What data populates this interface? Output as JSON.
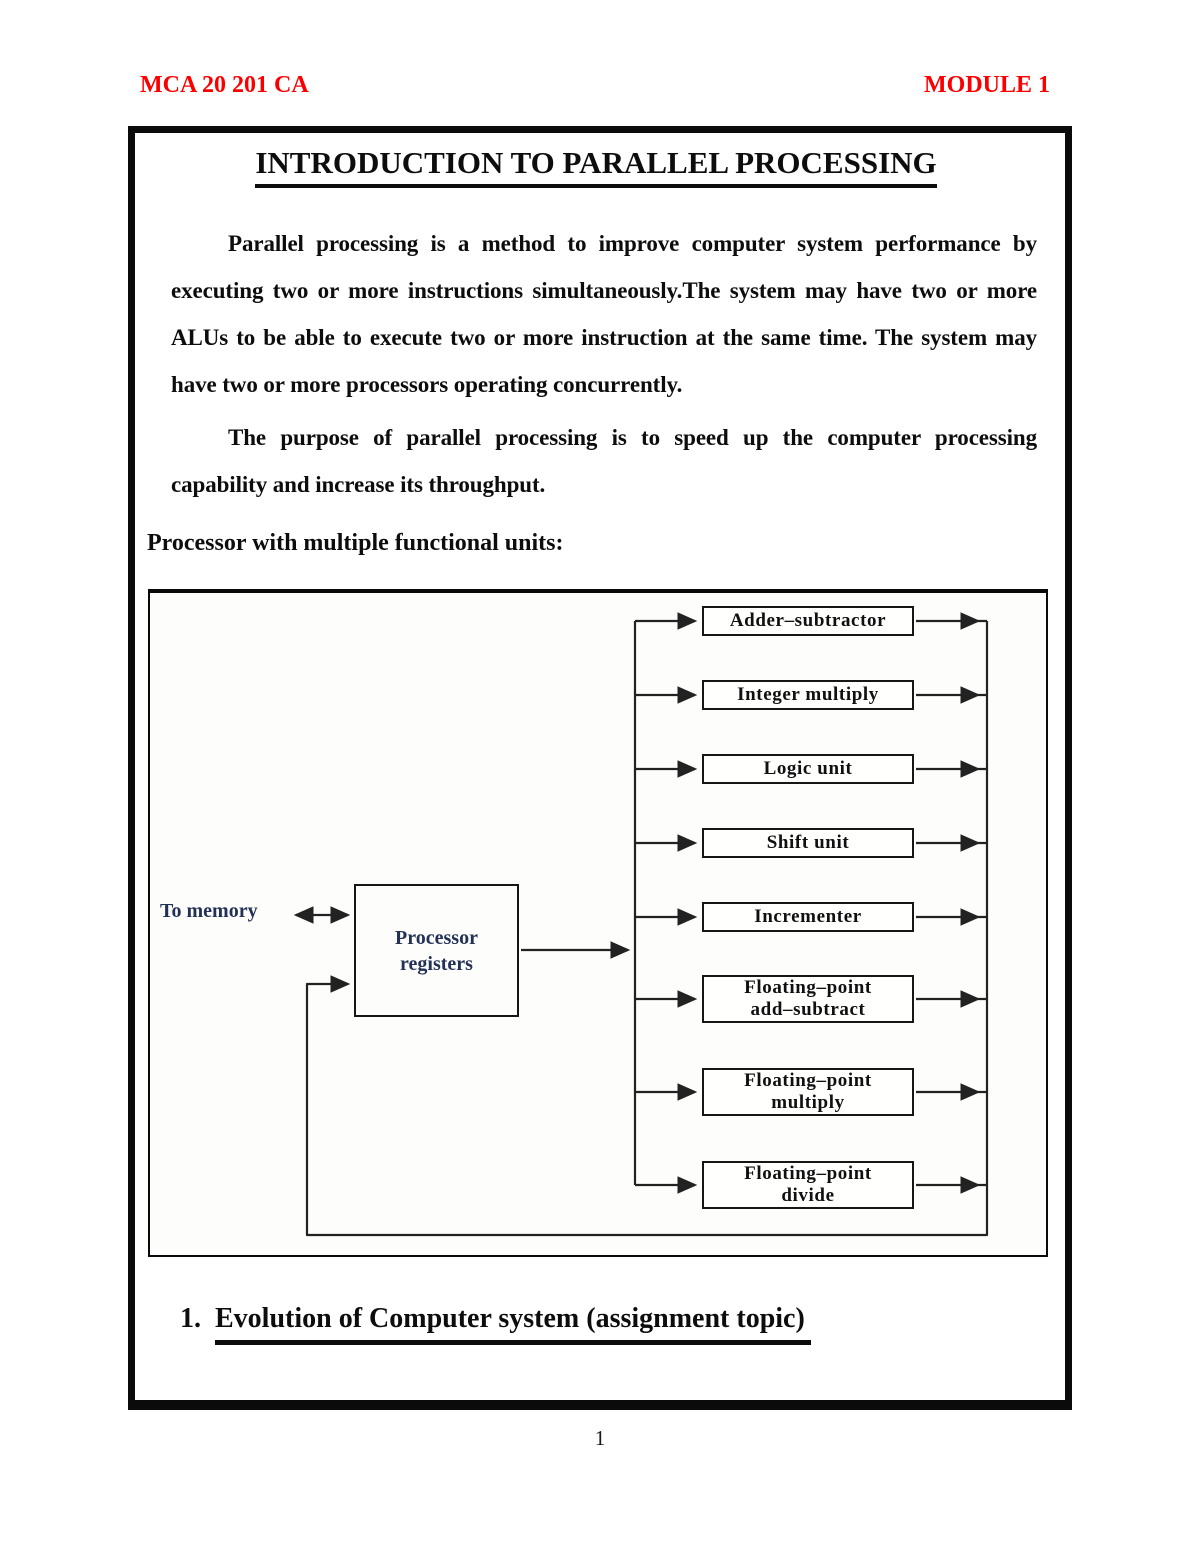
{
  "header": {
    "course_code": "MCA 20 201 CA",
    "module_label": "MODULE 1",
    "accent_color": "#fb0000"
  },
  "article": {
    "title": "INTRODUCTION TO PARALLEL PROCESSING",
    "paragraph_1": "Parallel processing is a method to improve computer system performance by executing two or more instructions simultaneously.The system may have two or more ALUs to be able to execute two or more instruction at the same time. The system may have two or more processors operating concurrently.",
    "paragraph_2": "The purpose of parallel processing is to speed up the computer processing capability and increase its throughput.",
    "section_heading": "Processor with multiple functional units:",
    "assignment_item": {
      "number": "1.",
      "label": "Evolution of Computer system (assignment topic)"
    },
    "page_number": "1"
  },
  "diagram": {
    "memory_label": "To memory",
    "processor_label": "Processor\nregisters",
    "functional_units": [
      "Adder–subtractor",
      "Integer multiply",
      "Logic unit",
      "Shift unit",
      "Incrementer",
      "Floating–point\nadd–subtract",
      "Floating–point\nmultiply",
      "Floating–point\ndivide"
    ],
    "line_color": "#222222"
  }
}
